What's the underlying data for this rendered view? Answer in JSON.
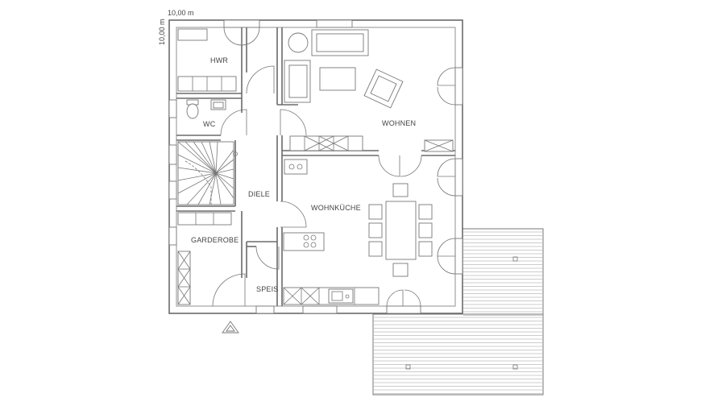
{
  "dimensions": {
    "width_label": "10,00 m",
    "height_label": "10,00 m"
  },
  "rooms": {
    "hwr": "HWR",
    "wc": "WC",
    "wohnen": "WOHNEN",
    "diele": "DIELE",
    "wohnkueche": "WOHNKÜCHE",
    "garderobe": "GARDEROBE",
    "speis": "SPEIS"
  }
}
